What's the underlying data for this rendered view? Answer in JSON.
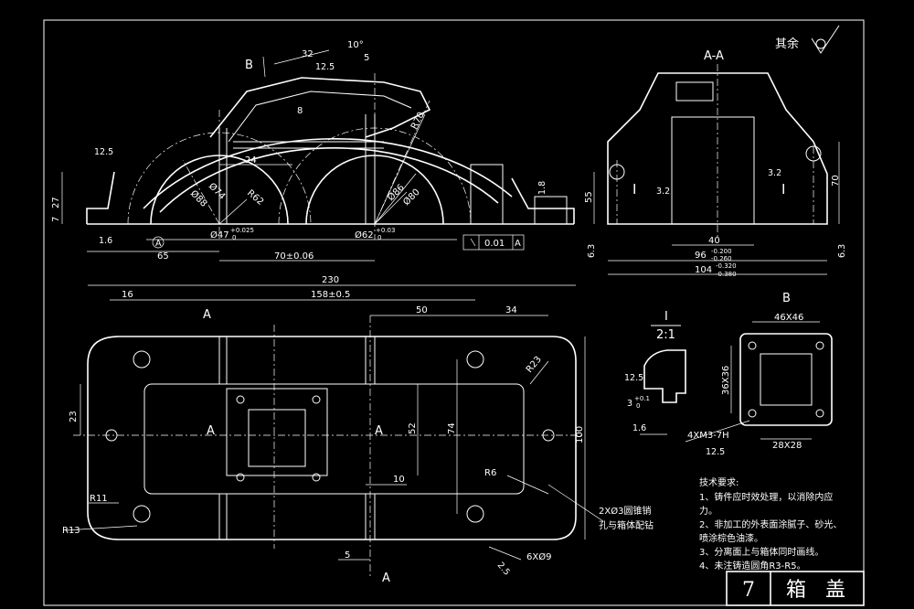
{
  "top_view": {
    "dims": {
      "d32": "32",
      "ang10": "10°",
      "d5": "5",
      "r12_5": "12.5",
      "d8": "8",
      "r70": "R70",
      "d24": "24",
      "phi88": "Ø88",
      "phi74": "Ø74",
      "r62": "R62",
      "phi86": "Ø86",
      "phi80": "Ø80",
      "d1_6": "1.6",
      "d27": "27",
      "d7": "7",
      "r12_5b": "12.5",
      "d1_8": "1.8",
      "d65": "65",
      "phi47": "Ø47",
      "phi47_tol": "+0.025",
      "phi47_tol2": "0",
      "phi62": "Ø62",
      "phi62_tol": "+0.03",
      "phi62_tol2": "0",
      "d70": "70±0.06",
      "datum": "A",
      "tol_frame_val": "0.01",
      "tol_frame_ref": "A",
      "view_b": "B"
    }
  },
  "section_aa": {
    "title": "A-A",
    "dims": {
      "d55": "55",
      "d70": "70",
      "d40": "40",
      "d96": "96",
      "d96_tol1": "-0.200",
      "d96_tol2": "-0.260",
      "d104": "104",
      "d104_tol1": "-0.320",
      "d104_tol2": "-0.380",
      "d6_3a": "6.3",
      "d6_3b": "6.3",
      "r3_2a": "3.2",
      "r3_2b": "3.2",
      "mark_i_left": "I",
      "mark_i_right": "I"
    }
  },
  "roughness_other": "其余",
  "plan_view": {
    "dims": {
      "d230": "230",
      "d16": "16",
      "d158": "158±0.5",
      "d50": "50",
      "d34": "34",
      "r23": "R23",
      "d23": "23",
      "d52": "52",
      "d74": "74",
      "d100": "100",
      "d10": "10",
      "r6": "R6",
      "r11": "R11",
      "r13": "R13",
      "d5": "5",
      "a_top": "A",
      "a_bottom": "A",
      "a_left": "A",
      "a_mid": "A",
      "hole_note1": "2XØ3圆锥销",
      "hole_note2": "孔与箱体配钻",
      "d2_5": "2.5",
      "holes6": "6XØ9"
    }
  },
  "detail_i": {
    "label": "I",
    "scale": "2:1",
    "r12_5": "12.5",
    "d3": "3",
    "d3_tol": "+0.1",
    "d3_tol2": "0",
    "r1_6": "1.6",
    "thread": "4XM3-7H",
    "r12_5b": "12.5"
  },
  "view_b": {
    "label": "B",
    "d46": "46X46",
    "d36": "36X36",
    "d28": "28X28"
  },
  "notes": {
    "title": "技术要求:",
    "items": [
      "1、铸件应时效处理，以消除内应",
      "力。",
      "2、非加工的外表面涂腻子、砂光、",
      "喷涂棕色油漆。",
      "3、分离面上与箱体同时画线。",
      "4、未注铸造圆角R3-R5。"
    ]
  },
  "title_block": {
    "number": "7",
    "name": "箱   盖"
  }
}
